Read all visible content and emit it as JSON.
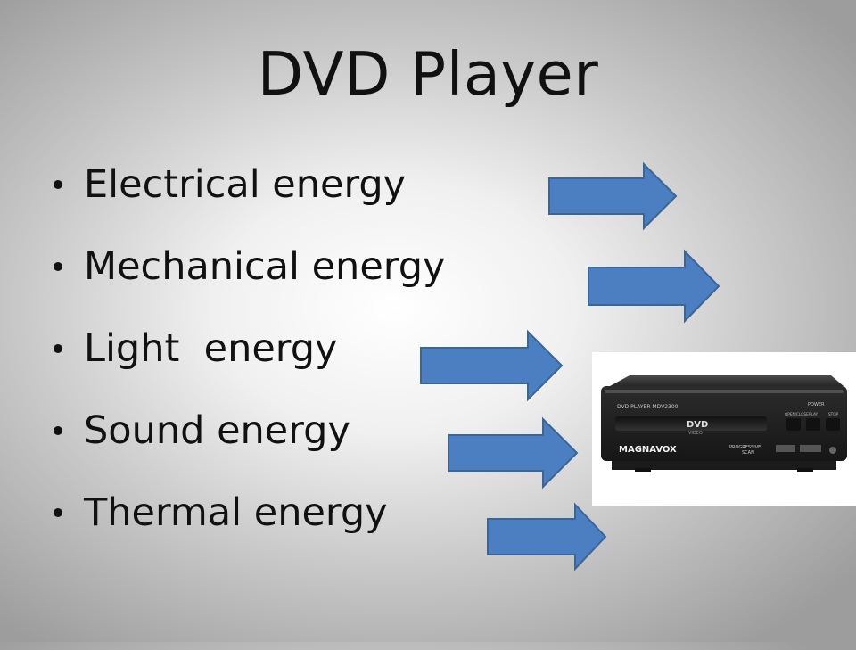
{
  "slide": {
    "title": "DVD Player",
    "bullets": [
      "Electrical energy",
      "Mechanical energy",
      "Light  energy",
      "Sound energy",
      "Thermal energy"
    ]
  },
  "colors": {
    "arrow_fill": "#4b7fc1",
    "arrow_stroke": "#3a6596",
    "device_body": "#2f2f2f",
    "device_front": "#202020",
    "device_highlight": "#555555"
  },
  "image": {
    "brand": "MAGNAVOX",
    "model_label": "DVD PLAYER MDV2300",
    "disc_logo": "DVD",
    "disc_sub": "VIDEO",
    "front_label_1": "PROGRESSIVE",
    "front_label_2": "SCAN",
    "button_open": "OPEN/CLOSE",
    "button_play": "PLAY",
    "button_stop": "STOP",
    "power_label": "POWER"
  },
  "icons": {
    "bullet": "bullet-dot-icon",
    "arrow": "right-arrow-icon"
  }
}
